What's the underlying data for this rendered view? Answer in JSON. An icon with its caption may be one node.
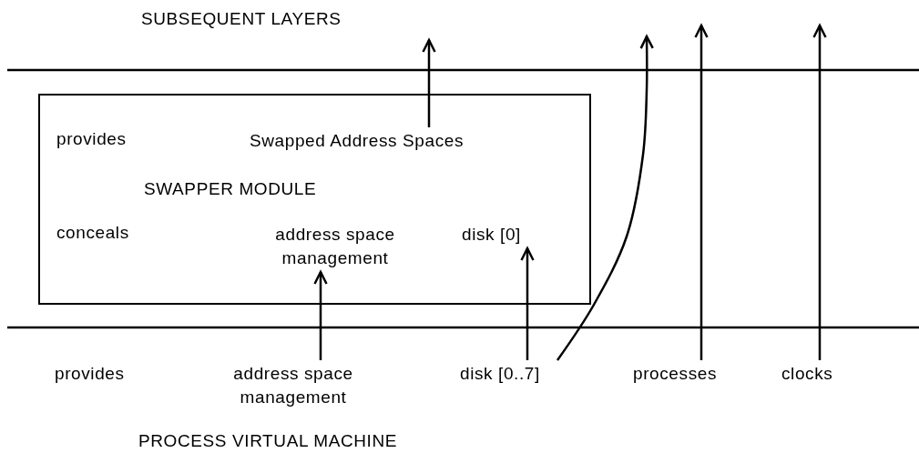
{
  "diagram": {
    "nodes": [
      {
        "text": [
          "SWAPPER MODULE"
        ]
      },
      {
        "text": [
          "Swapped Address Spaces"
        ],
        "in": 0
      },
      {
        "text": [
          "address space management"
        ],
        "in": 0
      },
      {
        "text": [
          "disk [0]"
        ],
        "in": 0
      },
      {
        "text": [
          "address space management"
        ]
      },
      {
        "text": [
          "disk [0..7]"
        ]
      },
      {
        "text": [
          "processes"
        ]
      },
      {
        "text": [
          "clocks"
        ]
      }
    ],
    "edges": [
      {
        "from": 1,
        "to": null,
        "arrow": "to"
      },
      {
        "from": 4,
        "to": 2,
        "arrow": "to"
      },
      {
        "from": 5,
        "to": 3,
        "arrow": "to"
      },
      {
        "from": 5,
        "to": null,
        "arrow": "to"
      },
      {
        "from": 6,
        "to": null,
        "arrow": "to"
      },
      {
        "from": 7,
        "to": null,
        "arrow": "to"
      }
    ],
    "labels": [
      "SUBSEQUENT LAYERS",
      "provides",
      "conceals",
      "provides",
      "PROCESS VIRTUAL MACHINE"
    ]
  }
}
